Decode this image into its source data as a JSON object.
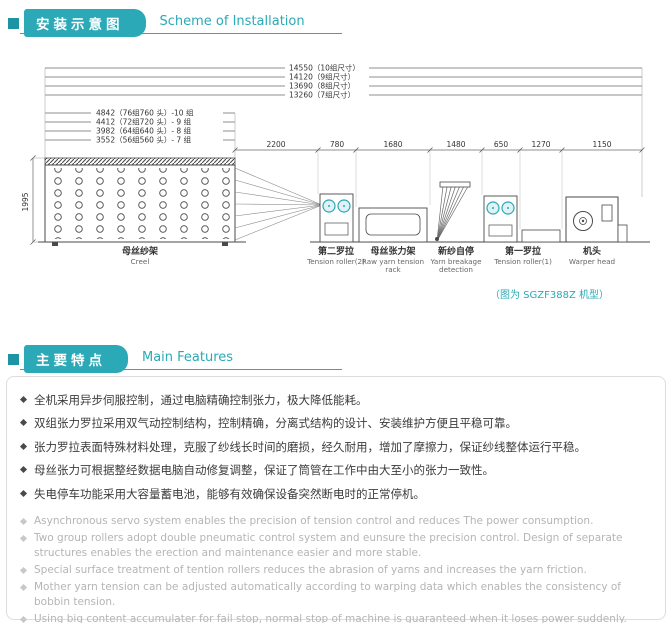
{
  "colors": {
    "accent": "#2ba9b6",
    "diagram_line": "#555555",
    "en_text": "#b5b5b5"
  },
  "section1": {
    "title_cn": "安装示意图",
    "title_en": "Scheme of Installation"
  },
  "section2": {
    "title_cn": "主要特点",
    "title_en": "Main Features"
  },
  "diagram": {
    "top_dims": [
      "14550（10组尺寸）",
      "14120（9组尺寸）",
      "13690（8组尺寸）",
      "13260（7组尺寸）"
    ],
    "left_dims": [
      "4842（76组760 头）-10 组",
      "4412（72组720 头）- 9 组",
      "3982（64组640 头）- 8 组",
      "3552（56组560 头）- 7 组"
    ],
    "segment_dims": [
      "2200",
      "780",
      "1680",
      "1480",
      "650",
      "1270",
      "1150"
    ],
    "height_dim": "1995",
    "labels": [
      {
        "cn": "母丝纱架",
        "en": "Creel"
      },
      {
        "cn": "第二罗拉",
        "en": "Tension roller(2)"
      },
      {
        "cn": "母丝张力架",
        "en": "Raw yarn tension rack"
      },
      {
        "cn": "新纱自停",
        "en": "Yarn breakage detection"
      },
      {
        "cn": "第一罗拉",
        "en": "Tension roller(1)"
      },
      {
        "cn": "机头",
        "en": "Warper head"
      }
    ],
    "model_note": "（图为 SGZF388Z 机型）"
  },
  "features_cn": [
    "全机采用异步伺服控制，通过电脑精确控制张力，极大降低能耗。",
    "双组张力罗拉采用双气动控制结构，控制精确，分离式结构的设计、安装维护方便且平稳可靠。",
    "张力罗拉表面特殊材料处理，克服了纱线长时间的磨损，经久耐用，增加了摩擦力，保证纱线整体运行平稳。",
    "母丝张力可根据整经数据电脑自动修复调整，保证了筒管在工作中由大至小的张力一致性。",
    "失电停车功能采用大容量蓄电池，能够有效确保设备突然断电时的正常停机。"
  ],
  "features_en": [
    "Asynchronous servo system enables the precision of tension control and reduces The power consumption.",
    "Two group rollers adopt double pneumatic control system and eunsure the precision control. Design of separate structures enables the erection and maintenance easier and more stable.",
    "Special surface treatment of tention rollers reduces the abrasion of yarns and increases the yarn friction.",
    "Mother yarn tension can be adjusted automatically according to warping data which enables the consistency of bobbin tension.",
    "Using big content accumulater for fail stop, normal stop of machine is guaranteed when it loses power suddenly."
  ]
}
